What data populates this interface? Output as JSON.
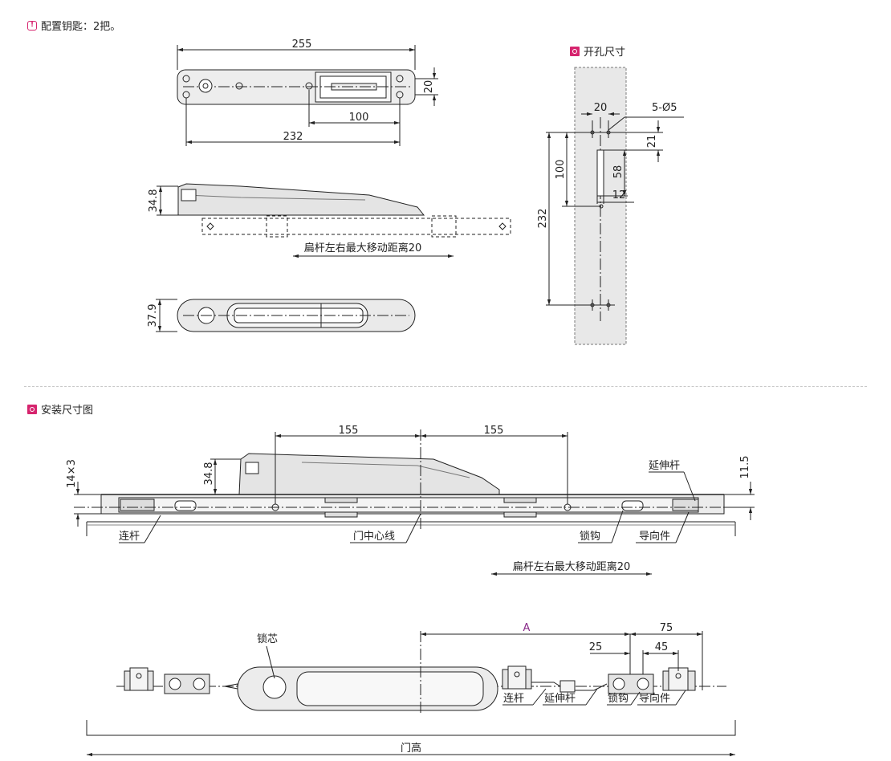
{
  "notes": {
    "keys": "配置钥匙：2把。"
  },
  "sections": {
    "cutout": "开孔尺寸",
    "install": "安装尺寸图"
  },
  "top_view": {
    "total": "255",
    "inner": "232",
    "span": "100",
    "width": "20"
  },
  "side_view": {
    "height": "34.8",
    "travel_caption": "扁杆左右最大移动距离20"
  },
  "bottom_view": {
    "height": "37.9"
  },
  "cutout_dims": {
    "pitch": "20",
    "holes": "5-Ø5",
    "offset": "21",
    "slot_len": "58",
    "slot_w": "12",
    "span": "100",
    "total": "232"
  },
  "install_dims": {
    "left_dist": "155",
    "right_dist": "155",
    "rod": "14×3",
    "body_h": "34.8",
    "rod_offset": "11.5",
    "labels": {
      "ext_rod": "延伸杆",
      "link": "连杆",
      "center": "门中心线",
      "hook": "锁钩",
      "guide": "导向件"
    },
    "travel_caption": "扁杆左右最大移动距离20"
  },
  "bottom_assembly": {
    "A": "A",
    "d75": "75",
    "d25": "25",
    "d45": "45",
    "labels": {
      "core": "锁芯",
      "link": "连杆",
      "ext_rod": "延伸杆",
      "hook": "锁钩",
      "guide": "导向件",
      "door_h": "门高"
    }
  },
  "colors": {
    "accent": "#d6246e",
    "line": "#222222",
    "part_fill": "#e6e6e6",
    "plate_fill": "#e8e8e8"
  },
  "icons": {
    "warning": "warning-icon",
    "section": "section-marker-icon"
  }
}
